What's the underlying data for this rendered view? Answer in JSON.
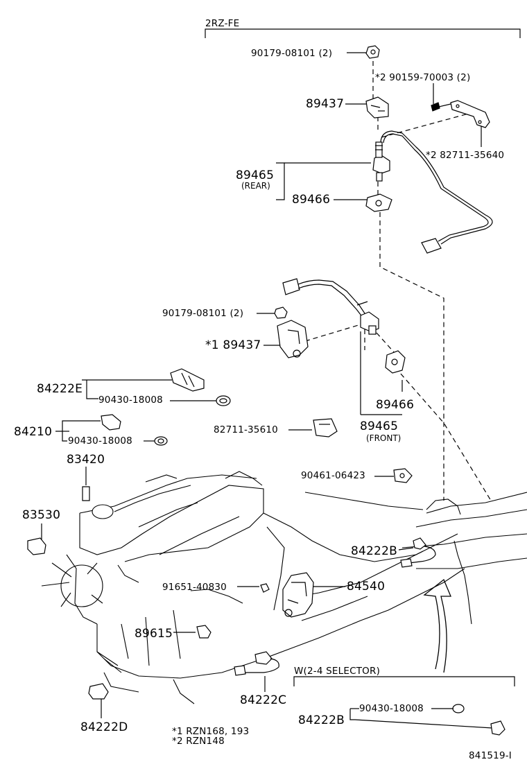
{
  "diagram_id": "841519-I",
  "engine_header": "2RZ-FE",
  "selector_header": "W(2-4 SELECTOR)",
  "footnotes": {
    "n1": "*1 RZN168, 193",
    "n2": "*2 RZN148"
  },
  "parts": {
    "p_90179_top": "90179-08101 (2)",
    "p_star2_90159": "*2  90159-70003 (2)",
    "p_89437_top": "89437",
    "p_82711_35640": "*2  82711-35640",
    "p_89465_rear": "89465",
    "p_rear_note": "(REAR)",
    "p_89466_top": "89466",
    "p_90179_mid": "90179-08101 (2)",
    "p_89437_mid": "*1 89437",
    "p_84222E": "84222E",
    "p_90430_a": "90430-18008",
    "p_84210": "84210",
    "p_90430_b": "90430-18008",
    "p_83420": "83420",
    "p_82711_35610": "82711-35610",
    "p_89466_front": "89466",
    "p_89465_front": "89465",
    "p_front_note": "(FRONT)",
    "p_90461": "90461-06423",
    "p_83530": "83530",
    "p_84222B": "84222B",
    "p_91651": "91651-40830",
    "p_84540": "84540",
    "p_89615": "89615",
    "p_84222C": "84222C",
    "p_84222D": "84222D",
    "p_84222B_w": "84222B",
    "p_90430_c": "90430-18008"
  }
}
